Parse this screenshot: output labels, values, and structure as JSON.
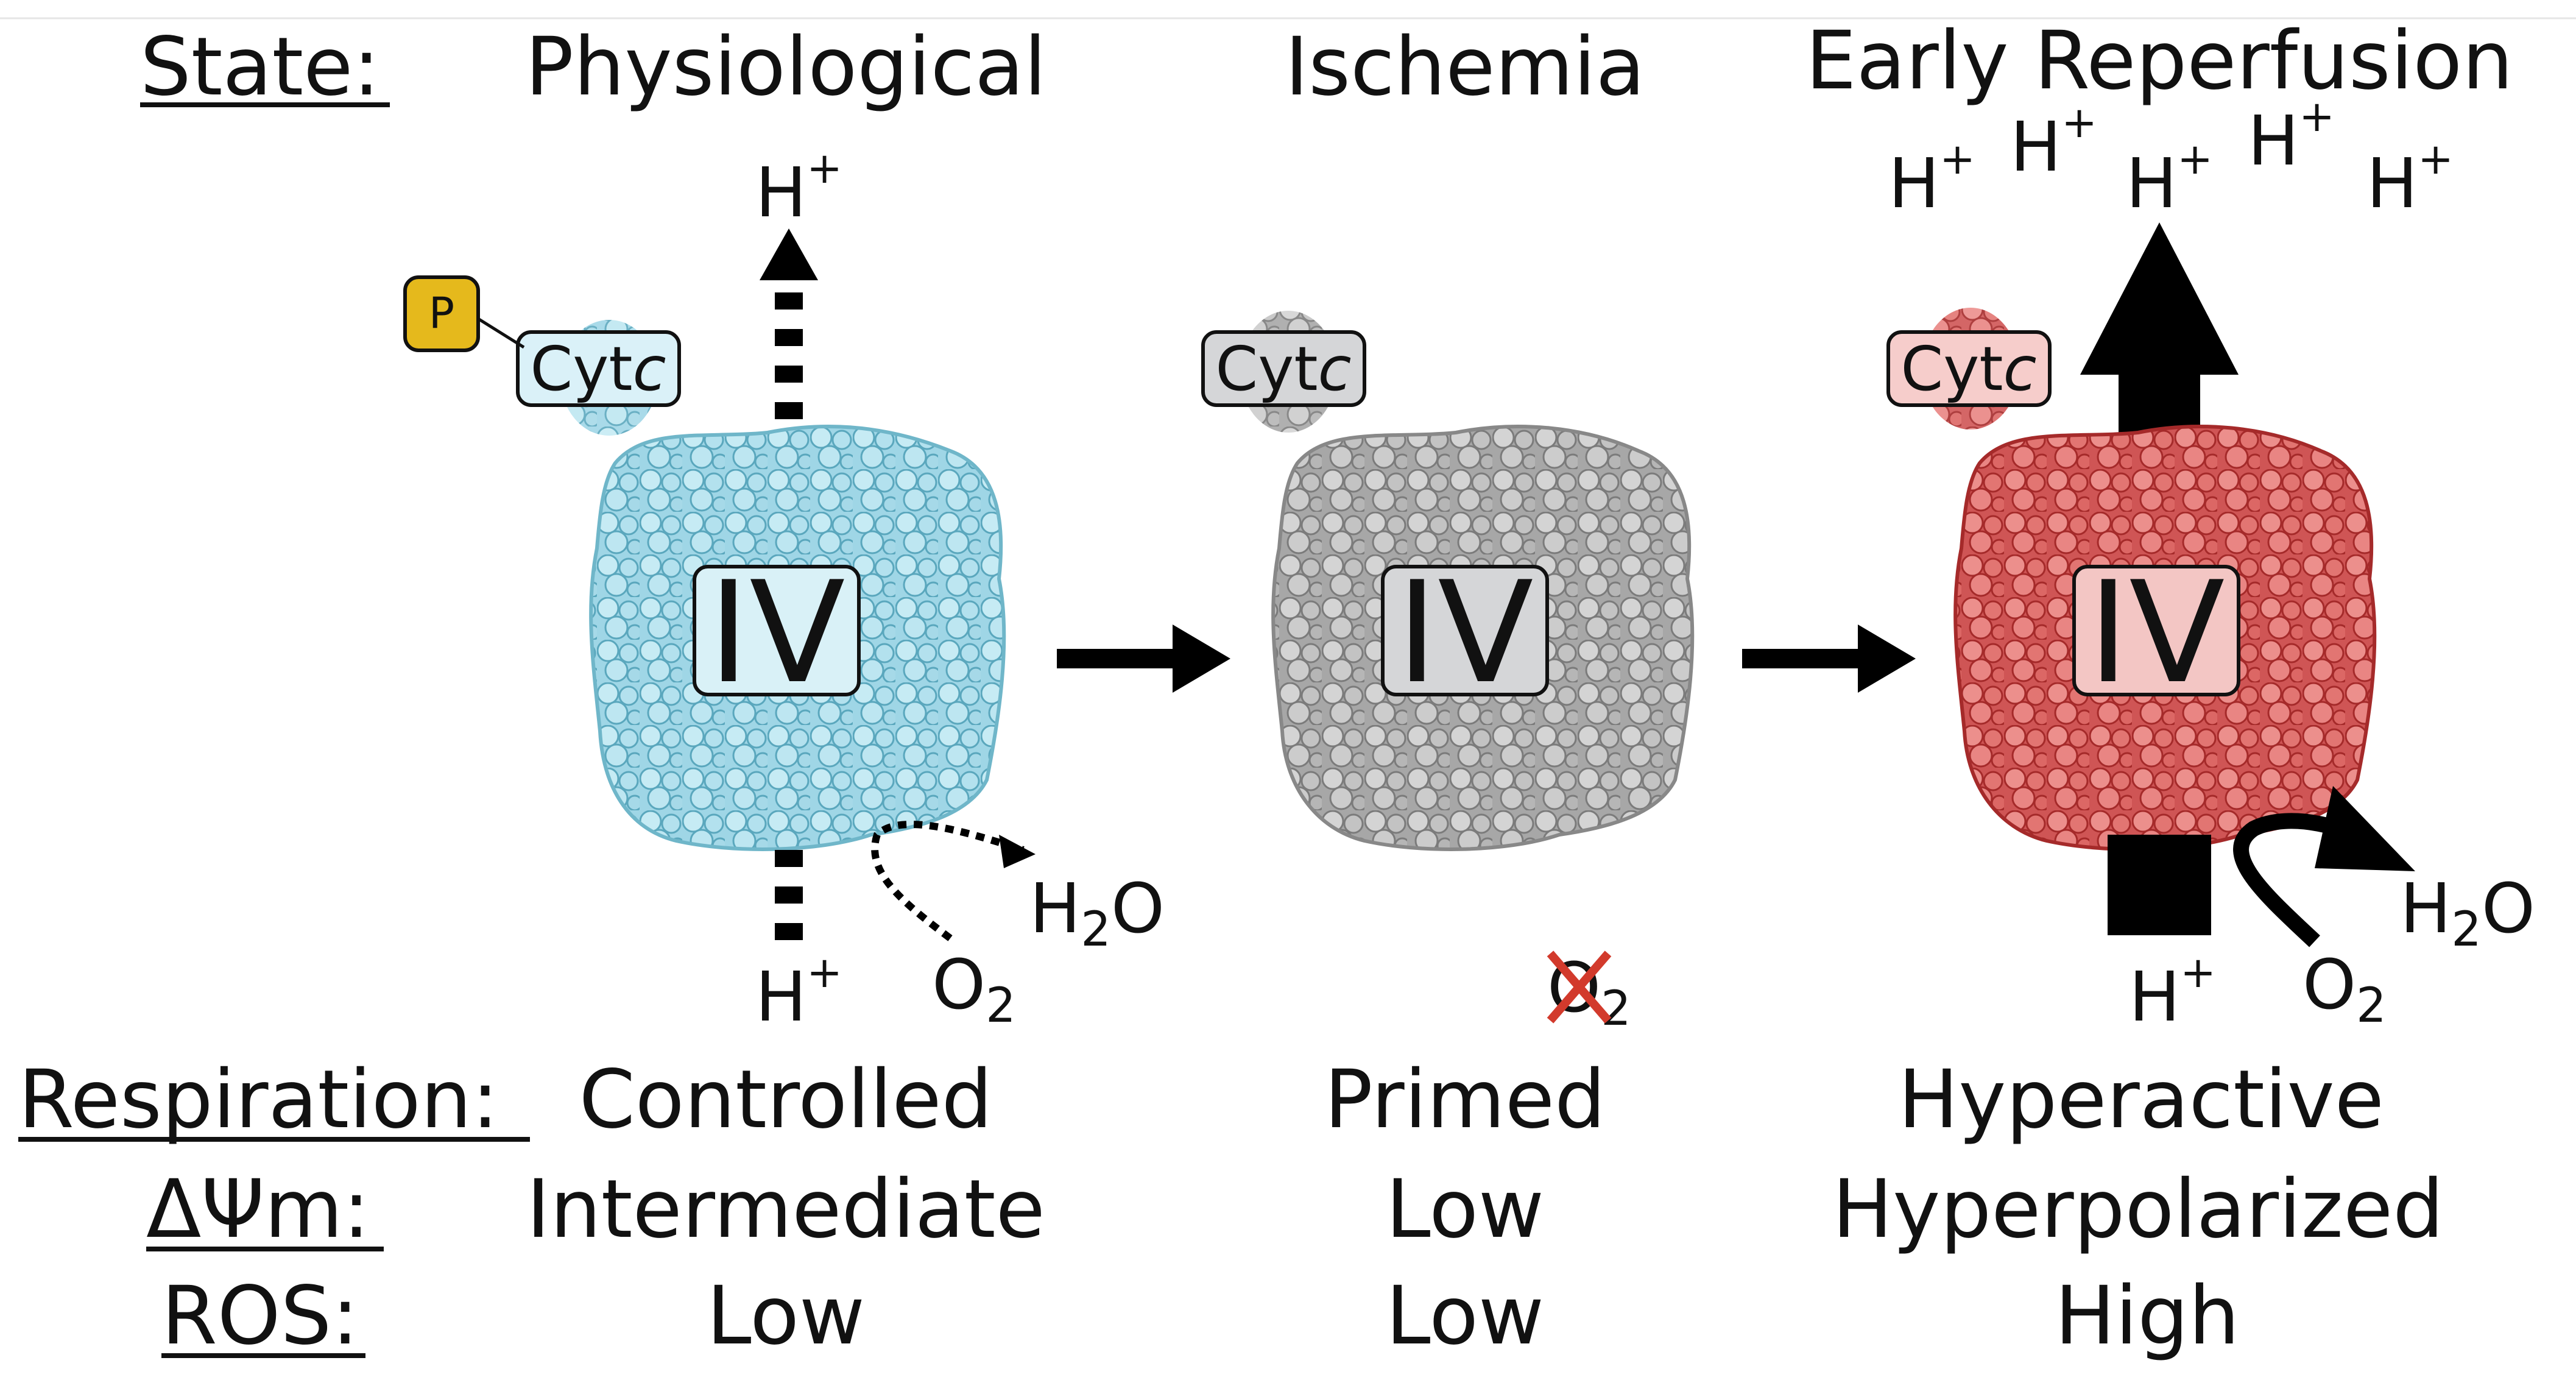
{
  "labels": {
    "state": "State:",
    "respiration": "Respiration:",
    "delta_psi_m": "ΔΨm:",
    "ros": "ROS:"
  },
  "common": {
    "h": "H",
    "plus": "+",
    "o": "O",
    "two": "2",
    "cyt": "Cyt",
    "c": "c",
    "complex": "IV",
    "phospho": "P",
    "water_h": "H",
    "water_o": "O"
  },
  "states": [
    {
      "name": "Physiological",
      "respiration": "Controlled",
      "delta_psi_m": "Intermediate",
      "ros": "Low",
      "color": "#a9dfec"
    },
    {
      "name": "Ischemia",
      "respiration": "Primed",
      "delta_psi_m": "Low",
      "ros": "Low",
      "color": "#b9b9b9"
    },
    {
      "name": "Early Reperfusion",
      "respiration": "Hyperactive",
      "delta_psi_m": "Hyperpolarized",
      "ros": "High",
      "color": "#d9615f"
    }
  ],
  "colors": {
    "phospho_fill": "#e5b91c",
    "x_mark": "#d23a2c",
    "arrow": "#000000"
  }
}
